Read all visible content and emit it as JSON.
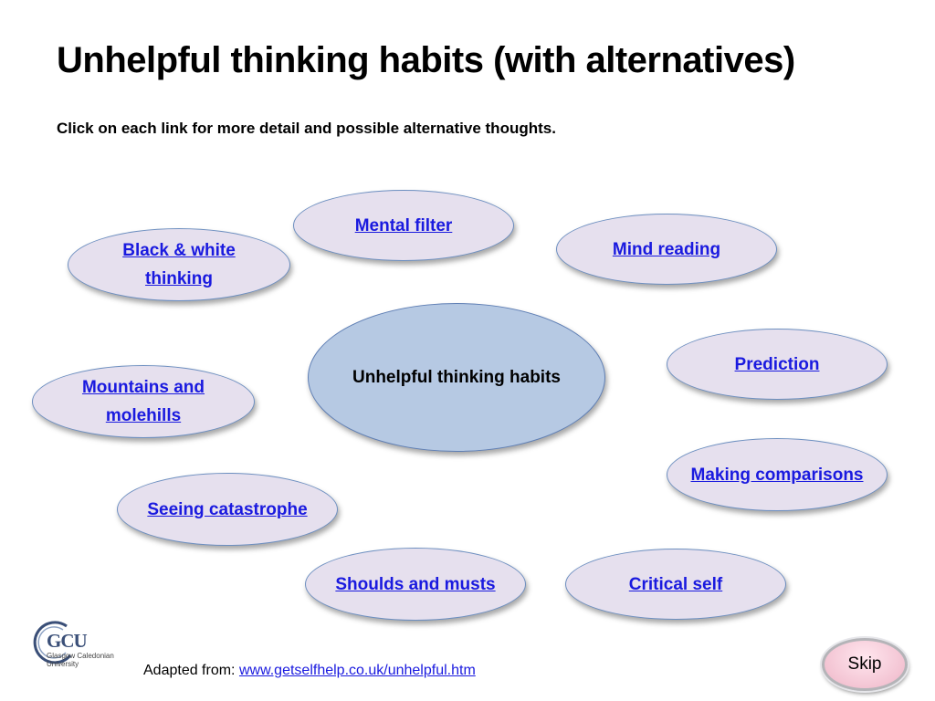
{
  "title": "Unhelpful thinking habits (with alternatives)",
  "subtitle": "Click on each link for more detail and possible alternative thoughts.",
  "center": {
    "label": "Unhelpful thinking habits"
  },
  "links": {
    "mental_filter": "Mental filter",
    "black_white": "Black & white thinking",
    "mind_reading": "Mind reading",
    "prediction": "Prediction",
    "mountains": "Mountains and molehills",
    "comparisons": "Making comparisons",
    "catastrophe": "Seeing catastrophe",
    "shoulds": "Shoulds and musts",
    "critical_self": "Critical self"
  },
  "logo": {
    "text": "GCU",
    "subtext_line1": "Glasgow Caledonian",
    "subtext_line2": "University"
  },
  "credit": {
    "prefix": "Adapted from:",
    "link": "www.getselfhelp.co.uk/unhelpful.htm"
  },
  "skip_label": "Skip",
  "colors": {
    "oval_fill": "#e6e0ee",
    "center_fill": "#b6c9e3",
    "link": "#1a1adf",
    "skip_fill": "#f3c4d3"
  }
}
